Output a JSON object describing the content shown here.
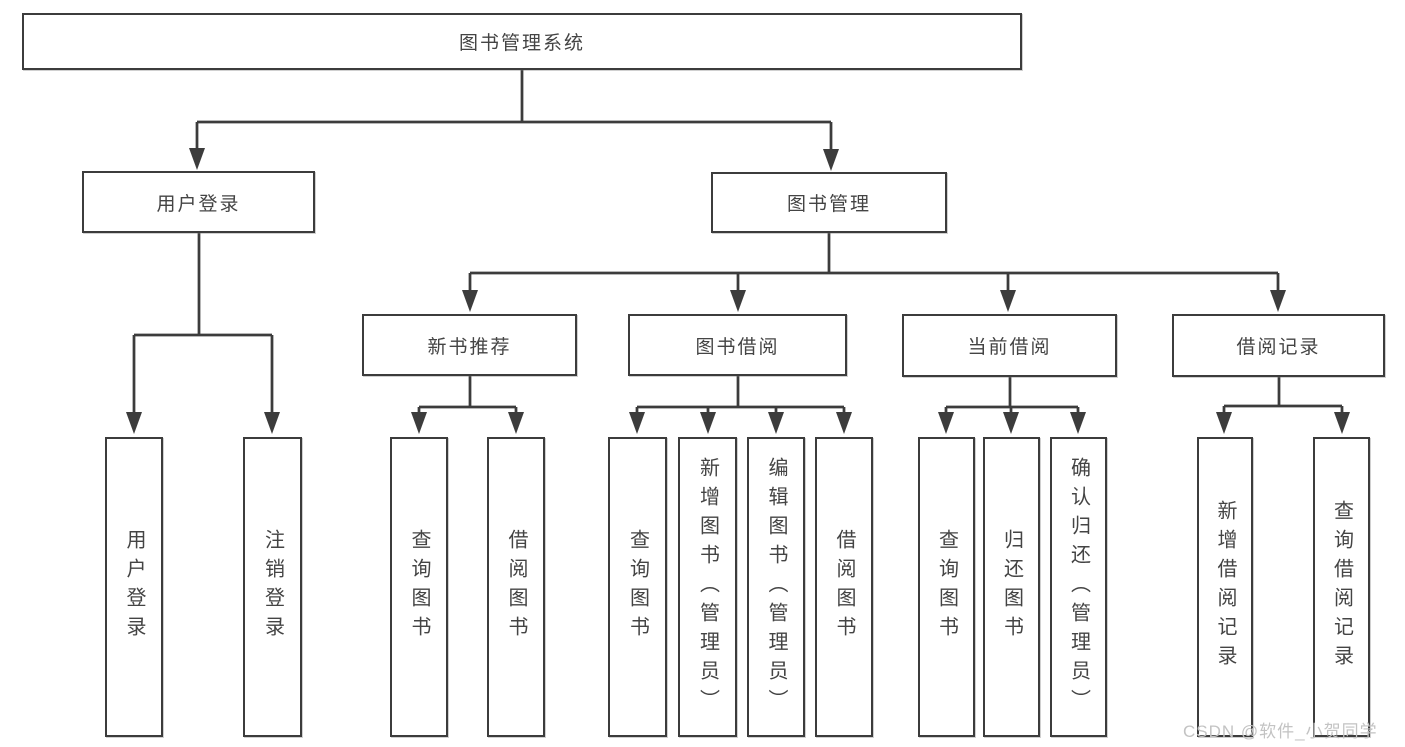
{
  "diagram": {
    "title": "图书管理系统",
    "level2": {
      "user_login": "用户登录",
      "book_management": "图书管理"
    },
    "level3": {
      "new_book_recommend": "新书推荐",
      "book_borrow": "图书借阅",
      "current_borrow": "当前借阅",
      "borrow_records": "借阅记录"
    },
    "leaves": {
      "user_login": "用户登录",
      "logout": "注销登录",
      "query_books_1": "查询图书",
      "borrow_books_1": "借阅图书",
      "query_books_2": "查询图书",
      "add_books_admin": "新增图书（管理员）",
      "edit_books_admin": "编辑图书（管理员）",
      "borrow_books_2": "借阅图书",
      "query_books_3": "查询图书",
      "return_books": "归还图书",
      "confirm_return_admin": "确认归还（管理员）",
      "add_borrow_record": "新增借阅记录",
      "query_borrow_record": "查询借阅记录"
    }
  },
  "watermark": "CSDN @软件_小贺同学",
  "colors": {
    "line": "#3c3c3c",
    "text": "#444444",
    "watermark": "#c3c3c3",
    "background": "#ffffff"
  }
}
